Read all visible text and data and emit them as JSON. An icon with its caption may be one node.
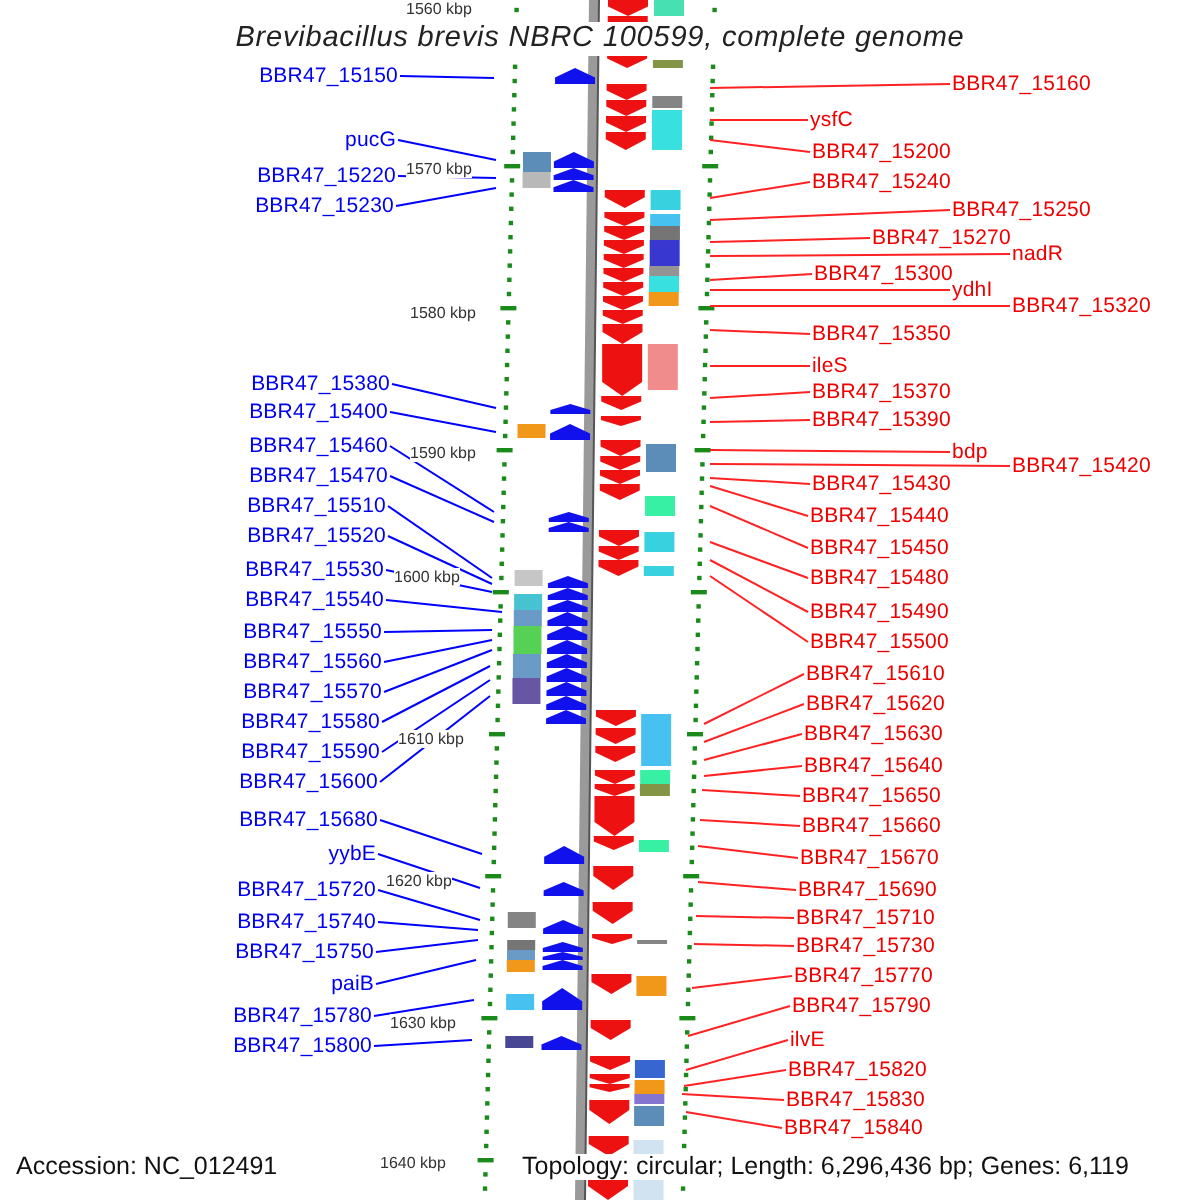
{
  "diagram": {
    "title": "Brevibacillus brevis NBRC 100599, complete genome",
    "nodes": [
      {
        "text": [
          "BBR47_15150"
        ]
      },
      {
        "text": [
          "pucG"
        ]
      },
      {
        "text": [
          "BBR47_15220"
        ]
      },
      {
        "text": [
          "BBR47_15230"
        ]
      },
      {
        "text": [
          "BBR47_15380"
        ]
      },
      {
        "text": [
          "BBR47_15400"
        ]
      },
      {
        "text": [
          "BBR47_15460"
        ]
      },
      {
        "text": [
          "BBR47_15470"
        ]
      },
      {
        "text": [
          "BBR47_15510"
        ]
      },
      {
        "text": [
          "BBR47_15520"
        ]
      },
      {
        "text": [
          "BBR47_15530"
        ]
      },
      {
        "text": [
          "BBR47_15540"
        ]
      },
      {
        "text": [
          "BBR47_15550"
        ]
      },
      {
        "text": [
          "BBR47_15560"
        ]
      },
      {
        "text": [
          "BBR47_15570"
        ]
      },
      {
        "text": [
          "BBR47_15580"
        ]
      },
      {
        "text": [
          "BBR47_15590"
        ]
      },
      {
        "text": [
          "BBR47_15600"
        ]
      },
      {
        "text": [
          "BBR47_15680"
        ]
      },
      {
        "text": [
          "yybE"
        ]
      },
      {
        "text": [
          "BBR47_15720"
        ]
      },
      {
        "text": [
          "BBR47_15740"
        ]
      },
      {
        "text": [
          "BBR47_15750"
        ]
      },
      {
        "text": [
          "paiB"
        ]
      },
      {
        "text": [
          "BBR47_15780"
        ]
      },
      {
        "text": [
          "BBR47_15800"
        ]
      },
      {
        "text": [
          "BBR47_15160"
        ]
      },
      {
        "text": [
          "ysfC"
        ]
      },
      {
        "text": [
          "BBR47_15200"
        ]
      },
      {
        "text": [
          "BBR47_15240"
        ]
      },
      {
        "text": [
          "BBR47_15250"
        ]
      },
      {
        "text": [
          "BBR47_15270"
        ]
      },
      {
        "text": [
          "nadR"
        ]
      },
      {
        "text": [
          "BBR47_15300"
        ]
      },
      {
        "text": [
          "ydhI"
        ]
      },
      {
        "text": [
          "BBR47_15320"
        ]
      },
      {
        "text": [
          "BBR47_15350"
        ]
      },
      {
        "text": [
          "ileS"
        ]
      },
      {
        "text": [
          "BBR47_15370"
        ]
      },
      {
        "text": [
          "BBR47_15390"
        ]
      },
      {
        "text": [
          "bdp"
        ]
      },
      {
        "text": [
          "BBR47_15420"
        ]
      },
      {
        "text": [
          "BBR47_15430"
        ]
      },
      {
        "text": [
          "BBR47_15440"
        ]
      },
      {
        "text": [
          "BBR47_15450"
        ]
      },
      {
        "text": [
          "BBR47_15480"
        ]
      },
      {
        "text": [
          "BBR47_15490"
        ]
      },
      {
        "text": [
          "BBR47_15500"
        ]
      },
      {
        "text": [
          "BBR47_15610"
        ]
      },
      {
        "text": [
          "BBR47_15620"
        ]
      },
      {
        "text": [
          "BBR47_15630"
        ]
      },
      {
        "text": [
          "BBR47_15640"
        ]
      },
      {
        "text": [
          "BBR47_15650"
        ]
      },
      {
        "text": [
          "BBR47_15660"
        ]
      },
      {
        "text": [
          "BBR47_15670"
        ]
      },
      {
        "text": [
          "BBR47_15690"
        ]
      },
      {
        "text": [
          "BBR47_15710"
        ]
      },
      {
        "text": [
          "BBR47_15730"
        ]
      },
      {
        "text": [
          "BBR47_15770"
        ]
      },
      {
        "text": [
          "BBR47_15790"
        ]
      },
      {
        "text": [
          "ilvE"
        ]
      },
      {
        "text": [
          "BBR47_15820"
        ]
      },
      {
        "text": [
          "BBR47_15830"
        ]
      },
      {
        "text": [
          "BBR47_15840"
        ]
      }
    ],
    "edges": [
      {
        "from": 0,
        "to": null,
        "arrow": "none",
        "color": "#0000ff"
      },
      {
        "from": 1,
        "to": null,
        "arrow": "none",
        "color": "#0000ff"
      },
      {
        "from": 2,
        "to": null,
        "arrow": "none",
        "color": "#0000ff"
      },
      {
        "from": 3,
        "to": null,
        "arrow": "none",
        "color": "#0000ff"
      },
      {
        "from": 4,
        "to": null,
        "arrow": "none",
        "color": "#0000ff"
      },
      {
        "from": 5,
        "to": null,
        "arrow": "none",
        "color": "#0000ff"
      },
      {
        "from": 6,
        "to": null,
        "arrow": "none",
        "color": "#0000ff"
      },
      {
        "from": 7,
        "to": null,
        "arrow": "none",
        "color": "#0000ff"
      },
      {
        "from": 8,
        "to": null,
        "arrow": "none",
        "color": "#0000ff"
      },
      {
        "from": 9,
        "to": null,
        "arrow": "none",
        "color": "#0000ff"
      },
      {
        "from": 10,
        "to": null,
        "arrow": "none",
        "color": "#0000ff"
      },
      {
        "from": 11,
        "to": null,
        "arrow": "none",
        "color": "#0000ff"
      },
      {
        "from": 12,
        "to": null,
        "arrow": "none",
        "color": "#0000ff"
      },
      {
        "from": 13,
        "to": null,
        "arrow": "none",
        "color": "#0000ff"
      },
      {
        "from": 14,
        "to": null,
        "arrow": "none",
        "color": "#0000ff"
      },
      {
        "from": 15,
        "to": null,
        "arrow": "none",
        "color": "#0000ff"
      },
      {
        "from": 16,
        "to": null,
        "arrow": "none",
        "color": "#0000ff"
      },
      {
        "from": 17,
        "to": null,
        "arrow": "none",
        "color": "#0000ff"
      },
      {
        "from": 18,
        "to": null,
        "arrow": "none",
        "color": "#0000ff"
      },
      {
        "from": 19,
        "to": null,
        "arrow": "none",
        "color": "#0000ff"
      },
      {
        "from": 20,
        "to": null,
        "arrow": "none",
        "color": "#0000ff"
      },
      {
        "from": 21,
        "to": null,
        "arrow": "none",
        "color": "#0000ff"
      },
      {
        "from": 22,
        "to": null,
        "arrow": "none",
        "color": "#0000ff"
      },
      {
        "from": 23,
        "to": null,
        "arrow": "none",
        "color": "#0000ff"
      },
      {
        "from": 24,
        "to": null,
        "arrow": "none",
        "color": "#0000ff"
      },
      {
        "from": 25,
        "to": null,
        "arrow": "none",
        "color": "#0000ff"
      },
      {
        "from": 26,
        "to": null,
        "arrow": "none"
      },
      {
        "from": 27,
        "to": null,
        "arrow": "none"
      },
      {
        "from": 28,
        "to": null,
        "arrow": "none"
      },
      {
        "from": 29,
        "to": null,
        "arrow": "none"
      },
      {
        "from": 30,
        "to": null,
        "arrow": "none"
      },
      {
        "from": 31,
        "to": null,
        "arrow": "none"
      },
      {
        "from": 32,
        "to": null,
        "arrow": "none"
      },
      {
        "from": 33,
        "to": null,
        "arrow": "none"
      },
      {
        "from": 34,
        "to": null,
        "arrow": "none"
      },
      {
        "from": 35,
        "to": null,
        "arrow": "none"
      },
      {
        "from": 36,
        "to": null,
        "arrow": "none"
      },
      {
        "from": 37,
        "to": null,
        "arrow": "none"
      },
      {
        "from": 38,
        "to": null,
        "arrow": "none"
      },
      {
        "from": 39,
        "to": null,
        "arrow": "none"
      },
      {
        "from": 40,
        "to": null,
        "arrow": "none"
      },
      {
        "from": 41,
        "to": null,
        "arrow": "none"
      },
      {
        "from": 42,
        "to": null,
        "arrow": "none"
      },
      {
        "from": 43,
        "to": null,
        "arrow": "none"
      },
      {
        "from": 44,
        "to": null,
        "arrow": "none"
      },
      {
        "from": 45,
        "to": null,
        "arrow": "none"
      },
      {
        "from": 46,
        "to": null,
        "arrow": "none"
      },
      {
        "from": 47,
        "to": null,
        "arrow": "none"
      },
      {
        "from": 48,
        "to": null,
        "arrow": "none"
      },
      {
        "from": 49,
        "to": null,
        "arrow": "none"
      },
      {
        "from": 50,
        "to": null,
        "arrow": "none"
      },
      {
        "from": 51,
        "to": null,
        "arrow": "none"
      },
      {
        "from": 52,
        "to": null,
        "arrow": "none"
      },
      {
        "from": 53,
        "to": null,
        "arrow": "none"
      },
      {
        "from": 54,
        "to": null,
        "arrow": "none"
      },
      {
        "from": 55,
        "to": null,
        "arrow": "none"
      },
      {
        "from": 56,
        "to": null,
        "arrow": "none"
      },
      {
        "from": 57,
        "to": null,
        "arrow": "none"
      },
      {
        "from": 58,
        "to": null,
        "arrow": "none"
      },
      {
        "from": 59,
        "to": null,
        "arrow": "none"
      },
      {
        "from": 60,
        "to": null,
        "arrow": "none"
      },
      {
        "from": 61,
        "to": null,
        "arrow": "none"
      },
      {
        "from": 62,
        "to": null,
        "arrow": "none"
      },
      {
        "from": 63,
        "to": null,
        "arrow": "none"
      }
    ],
    "labels": [
      "1560 kbp",
      "1570 kbp",
      "1580 kbp",
      "1590 kbp",
      "1600 kbp",
      "1610 kbp",
      "1620 kbp",
      "1630 kbp",
      "1640 kbp",
      "Accession: NC_012491",
      "Topology: circular; Length: 6,296,436 bp; Genes: 6,119"
    ]
  }
}
